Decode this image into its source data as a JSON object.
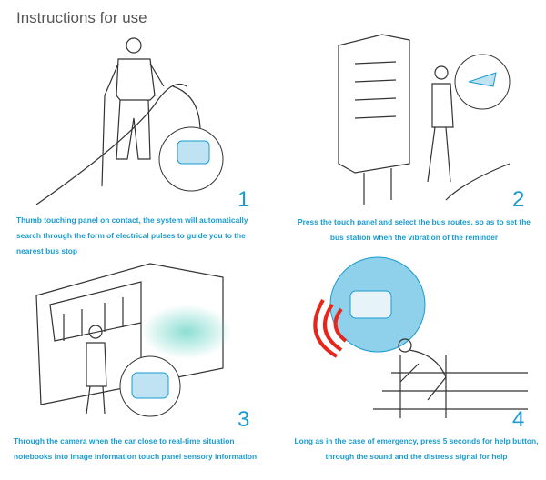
{
  "title": "Instructions for use",
  "steps": [
    {
      "number": "1",
      "text": "Thumb touching panel on contact, the system will automatically search through the form of electrical pulses to guide you to the nearest bus stop"
    },
    {
      "number": "2",
      "text": "Press the touch panel and select the bus routes, so as to set the  bus station when the vibration of the reminder"
    },
    {
      "number": "3",
      "text": "Through the camera when the car close to real-time situation notebooks into image information touch panel sensory information"
    },
    {
      "number": "4",
      "text": "Long as in the case of emergency, press 5 seconds for help button, through the sound and the distress signal for help"
    }
  ],
  "colors": {
    "accent": "#1a9bd0",
    "alert": "#e8251b"
  }
}
